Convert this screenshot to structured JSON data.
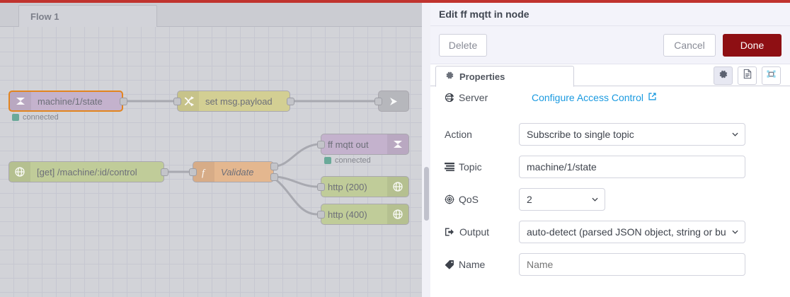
{
  "editor": {
    "tab": {
      "label": "Flow 1"
    },
    "nodes": [
      {
        "id": "mqtt-in",
        "label": "machine/1/state",
        "icon": "mqtt-icon",
        "status": "connected"
      },
      {
        "id": "change",
        "label": "set msg.payload",
        "icon": "change-icon",
        "status": ""
      },
      {
        "id": "debug",
        "label": "",
        "icon": "debug-icon",
        "status": ""
      },
      {
        "id": "http-in",
        "label": "[get] /machine/:id/control",
        "icon": "globe-icon",
        "status": ""
      },
      {
        "id": "function",
        "label": "Validate",
        "icon": "function-icon",
        "status": ""
      },
      {
        "id": "mqtt-out",
        "label": "ff mqtt out",
        "icon": "mqtt-icon",
        "status": "connected"
      },
      {
        "id": "http-200",
        "label": "http (200)",
        "icon": "globe-icon",
        "status": ""
      },
      {
        "id": "http-400",
        "label": "http (400)",
        "icon": "globe-icon",
        "status": ""
      }
    ]
  },
  "panel": {
    "title": "Edit ff mqtt in node",
    "buttons": {
      "delete": "Delete",
      "cancel": "Cancel",
      "done": "Done"
    },
    "done_color": "#8e0f13",
    "tabs": [
      {
        "label": "Properties",
        "icon": "gear-icon",
        "active": true
      }
    ],
    "icon_buttons": [
      {
        "name": "gear-icon",
        "active": true
      },
      {
        "name": "description-icon",
        "active": false
      },
      {
        "name": "appearance-icon",
        "active": false
      }
    ],
    "form": {
      "server": {
        "label": "Server",
        "icon": "globe-icon",
        "link_text": "Configure Access Control",
        "link_color": "#1a9ae0"
      },
      "action": {
        "label": "Action",
        "icon": "",
        "value": "Subscribe to single topic"
      },
      "topic": {
        "label": "Topic",
        "icon": "list-icon",
        "value": "machine/1/state"
      },
      "qos": {
        "label": "QoS",
        "icon": "bullseye-icon",
        "value": "2"
      },
      "output": {
        "label": "Output",
        "icon": "sign-out-icon",
        "value": "auto-detect (parsed JSON object, string or buffer)"
      },
      "name": {
        "label": "Name",
        "icon": "tag-icon",
        "value": "",
        "placeholder": "Name"
      }
    }
  }
}
